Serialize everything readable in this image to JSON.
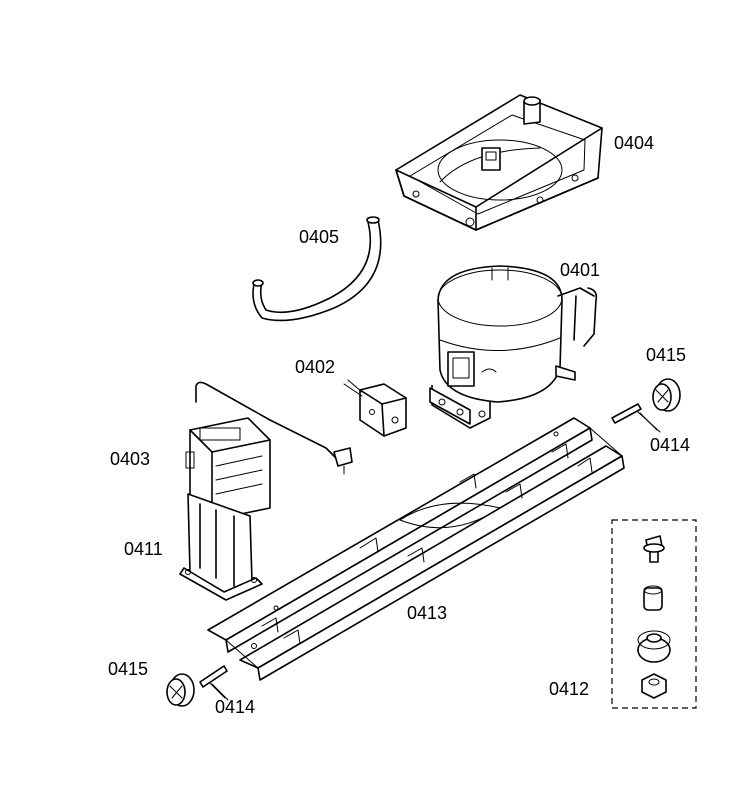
{
  "labels": {
    "p0404": "0404",
    "p0405": "0405",
    "p0401": "0401",
    "p0402": "0402",
    "p0415_top": "0415",
    "p0414_top": "0414",
    "p0403": "0403",
    "p0411": "0411",
    "p0413": "0413",
    "p0415_bottom": "0415",
    "p0414_bottom": "0414",
    "p0412": "0412"
  }
}
